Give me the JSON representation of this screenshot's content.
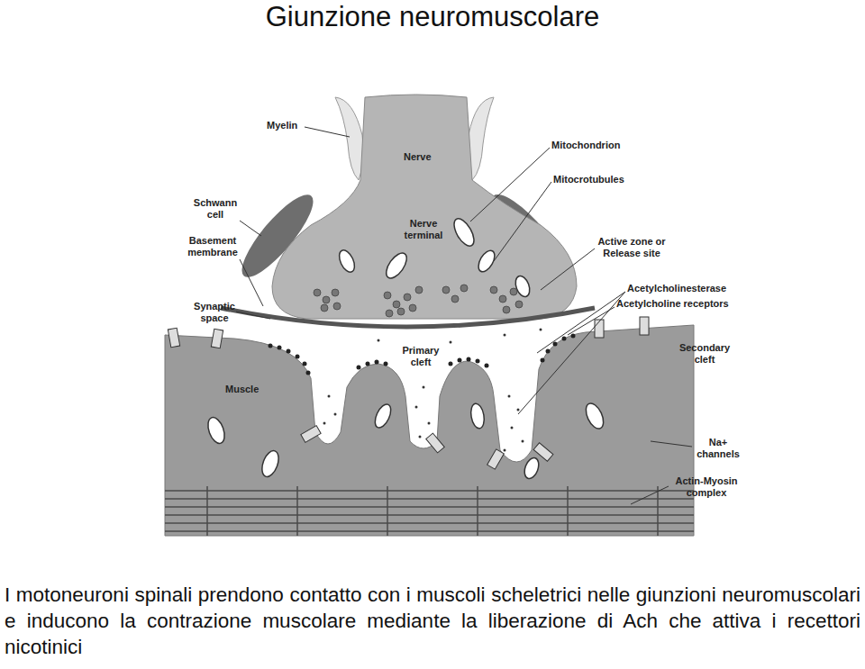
{
  "diagram": {
    "title": "Giunzione neuromuscolare",
    "caption": "I motoneuroni spinali prendono contatto con i muscoli scheletrici nelle giunzioni neuromuscolari e inducono la contrazione muscolare mediante la liberazione di Ach che attiva i recettori nicotinici",
    "labels": [
      "Myelin",
      "Mitochondrion",
      "Mitocrotubules",
      "Nerve",
      "Schwann cell",
      "Basement membrane",
      "Nerve terminal",
      "Active zone or Release site",
      "Acetylcholinesterase",
      "Acetylcholine receptors",
      "Synaptic space",
      "Primary cleft",
      "Secondary cleft",
      "Muscle",
      "Na+ channels",
      "Actin-Myosin complex"
    ]
  }
}
